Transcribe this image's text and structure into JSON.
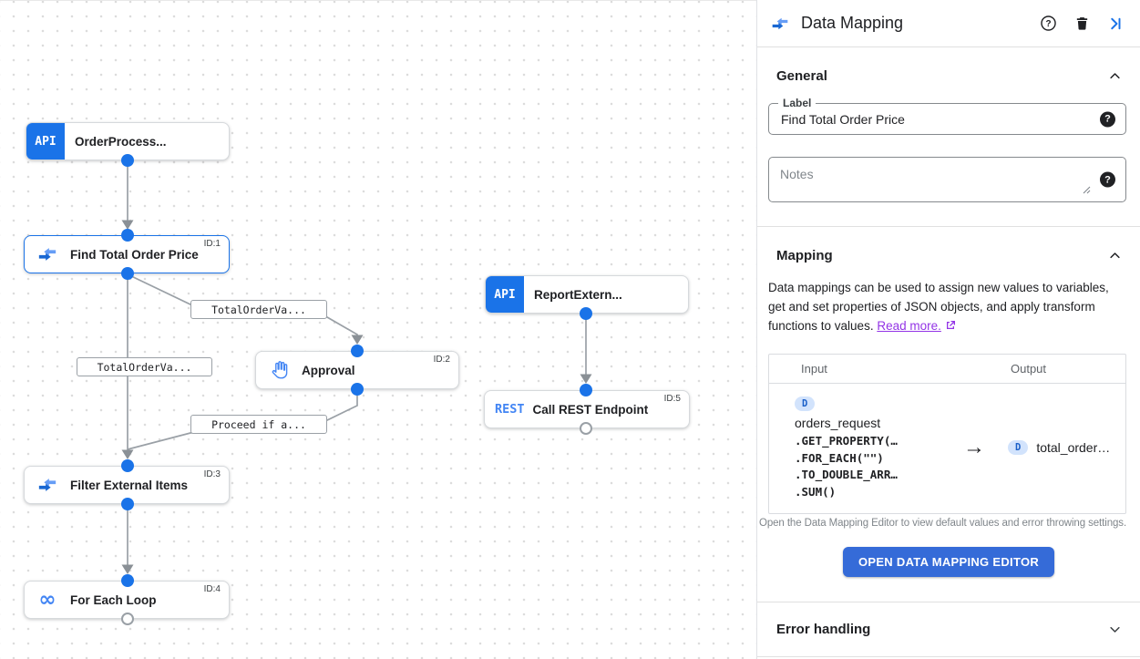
{
  "colors": {
    "accent": "#1a73e8",
    "button": "#356bd8",
    "link": "#9334e6",
    "edge": "#9aa0a6",
    "badge_bg": "#d2e3fc"
  },
  "canvas": {
    "nodes": [
      {
        "badge": "API",
        "title": "OrderProcess..."
      },
      {
        "id_label": "ID:1",
        "title": "Find Total Order Price"
      },
      {
        "badge": "API",
        "title": "ReportExtern..."
      },
      {
        "id_label": "ID:2",
        "title": "Approval"
      },
      {
        "badge": "REST",
        "id_label": "ID:5",
        "title": "Call REST Endpoint"
      },
      {
        "id_label": "ID:3",
        "title": "Filter External Items"
      },
      {
        "id_label": "ID:4",
        "title": "For Each Loop"
      }
    ],
    "edge_labels": [
      "TotalOrderVa...",
      "TotalOrderVa...",
      "Proceed if a..."
    ]
  },
  "panel": {
    "title": "Data Mapping",
    "general": {
      "heading": "General",
      "label_field": {
        "label": "Label",
        "value": "Find Total Order Price"
      },
      "notes_placeholder": "Notes"
    },
    "mapping": {
      "heading": "Mapping",
      "description_before_link": "Data mappings can be used to assign new values to variables, get and set properties of JSON objects, and apply transform functions to values. ",
      "read_more_label": "Read more.",
      "table": {
        "input_header": "Input",
        "output_header": "Output",
        "row": {
          "input_badge": "D",
          "input_variable": "orders_request",
          "input_functions": [
            ".GET_PROPERTY(…",
            ".FOR_EACH(\"\")",
            ".TO_DOUBLE_ARR…",
            ".SUM()"
          ],
          "output_badge": "D",
          "output_variable": "total_order…"
        }
      },
      "helper_text": "Open the Data Mapping Editor to view default values and error throwing settings.",
      "button_label": "OPEN DATA MAPPING EDITOR"
    },
    "error_handling": {
      "heading": "Error handling"
    }
  }
}
